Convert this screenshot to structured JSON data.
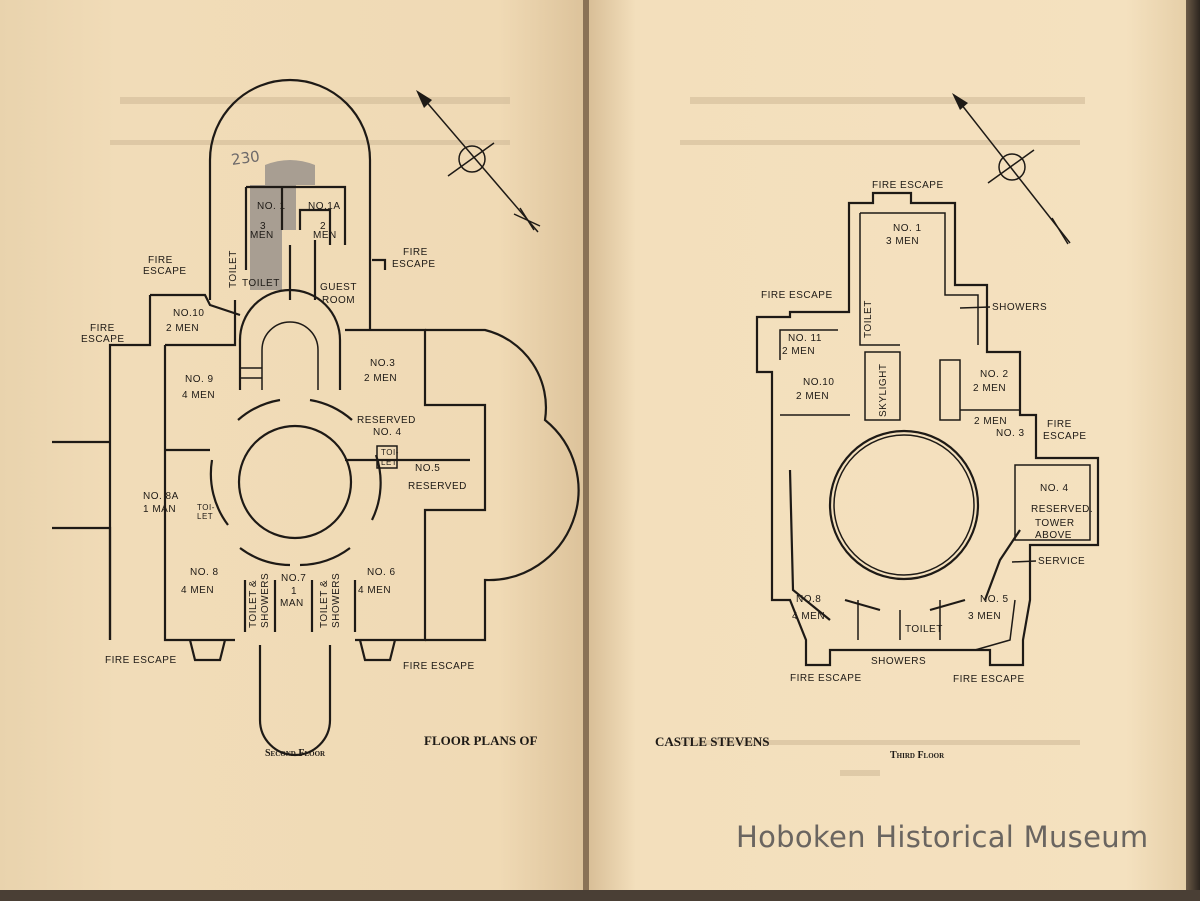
{
  "second_floor": {
    "caption": "Second Floor",
    "pencil_note": "230",
    "labels": {
      "no1": "NO. 1",
      "no1_men": "3",
      "no1_men2": "MEN",
      "no1a": "NO.1A",
      "no1a_men": "2",
      "no1a_men2": "MEN",
      "toilet_v": "TOILET",
      "toilet_h": "TOILET",
      "toilet_small": "TOILET",
      "guest1": "GUEST",
      "guest2": "ROOM",
      "fire_escape_ul1": "FIRE",
      "fire_escape_ul2": "ESCAPE",
      "fire_escape_ur1": "FIRE",
      "fire_escape_ur2": "ESCAPE",
      "fire_escape_l1": "FIRE",
      "fire_escape_l2": "ESCAPE",
      "no10": "NO.10",
      "no10_men": "2 MEN",
      "no9": "NO. 9",
      "no9_men": "4 MEN",
      "no3": "NO.3",
      "no3_men": "2 MEN",
      "reserved4": "RESERVED",
      "no4": "NO. 4",
      "toilet4a": "TOI-",
      "toilet4b": "LET",
      "no5": "NO.5",
      "reserved5": "RESERVED",
      "no8a": "NO. 8A",
      "no8a_men": "1 MAN",
      "toilet8a": "TOI-",
      "toilet8b": "LET",
      "no8": "NO. 8",
      "no8_men": "4 MEN",
      "ts1a": "TOILET &",
      "ts1b": "SHOWERS",
      "no7": "NO.7",
      "no7_men": "1",
      "no7_men2": "MAN",
      "ts2a": "TOILET &",
      "ts2b": "SHOWERS",
      "no6": "NO. 6",
      "no6_men": "4 MEN",
      "fire_escape_bl": "FIRE ESCAPE",
      "fire_escape_br": "FIRE ESCAPE"
    }
  },
  "title_left": "FLOOR PLANS OF",
  "title_right": "CASTLE STEVENS",
  "third_floor": {
    "caption": "Third Floor",
    "labels": {
      "fire_escape_top": "FIRE ESCAPE",
      "no1": "NO. 1",
      "no1_men": "3 MEN",
      "fire_escape_l": "FIRE ESCAPE",
      "showers": "SHOWERS",
      "toilet": "TOILET",
      "no11": "NO. 11",
      "no11_men": "2 MEN",
      "no10": "NO.10",
      "no10_men": "2 MEN",
      "skylight": "SKYLIGHT",
      "no2": "NO. 2",
      "no2_men": "2 MEN",
      "no3_men": "2 MEN",
      "no3": "NO. 3",
      "fire_escape_r1": "FIRE",
      "fire_escape_r2": "ESCAPE",
      "no4": "NO. 4",
      "reserved": "RESERVED.",
      "tower1": "TOWER",
      "tower2": "ABOVE",
      "service": "SERVICE",
      "no8": "NO.8",
      "no8_men": "4 MEN",
      "no5": "NO. 5",
      "no5_men": "3 MEN",
      "toilet_b": "TOILET",
      "showers_b": "SHOWERS",
      "fire_escape_bl": "FIRE ESCAPE",
      "fire_escape_br": "FIRE ESCAPE"
    }
  },
  "watermark": "Hoboken Historical Museum"
}
